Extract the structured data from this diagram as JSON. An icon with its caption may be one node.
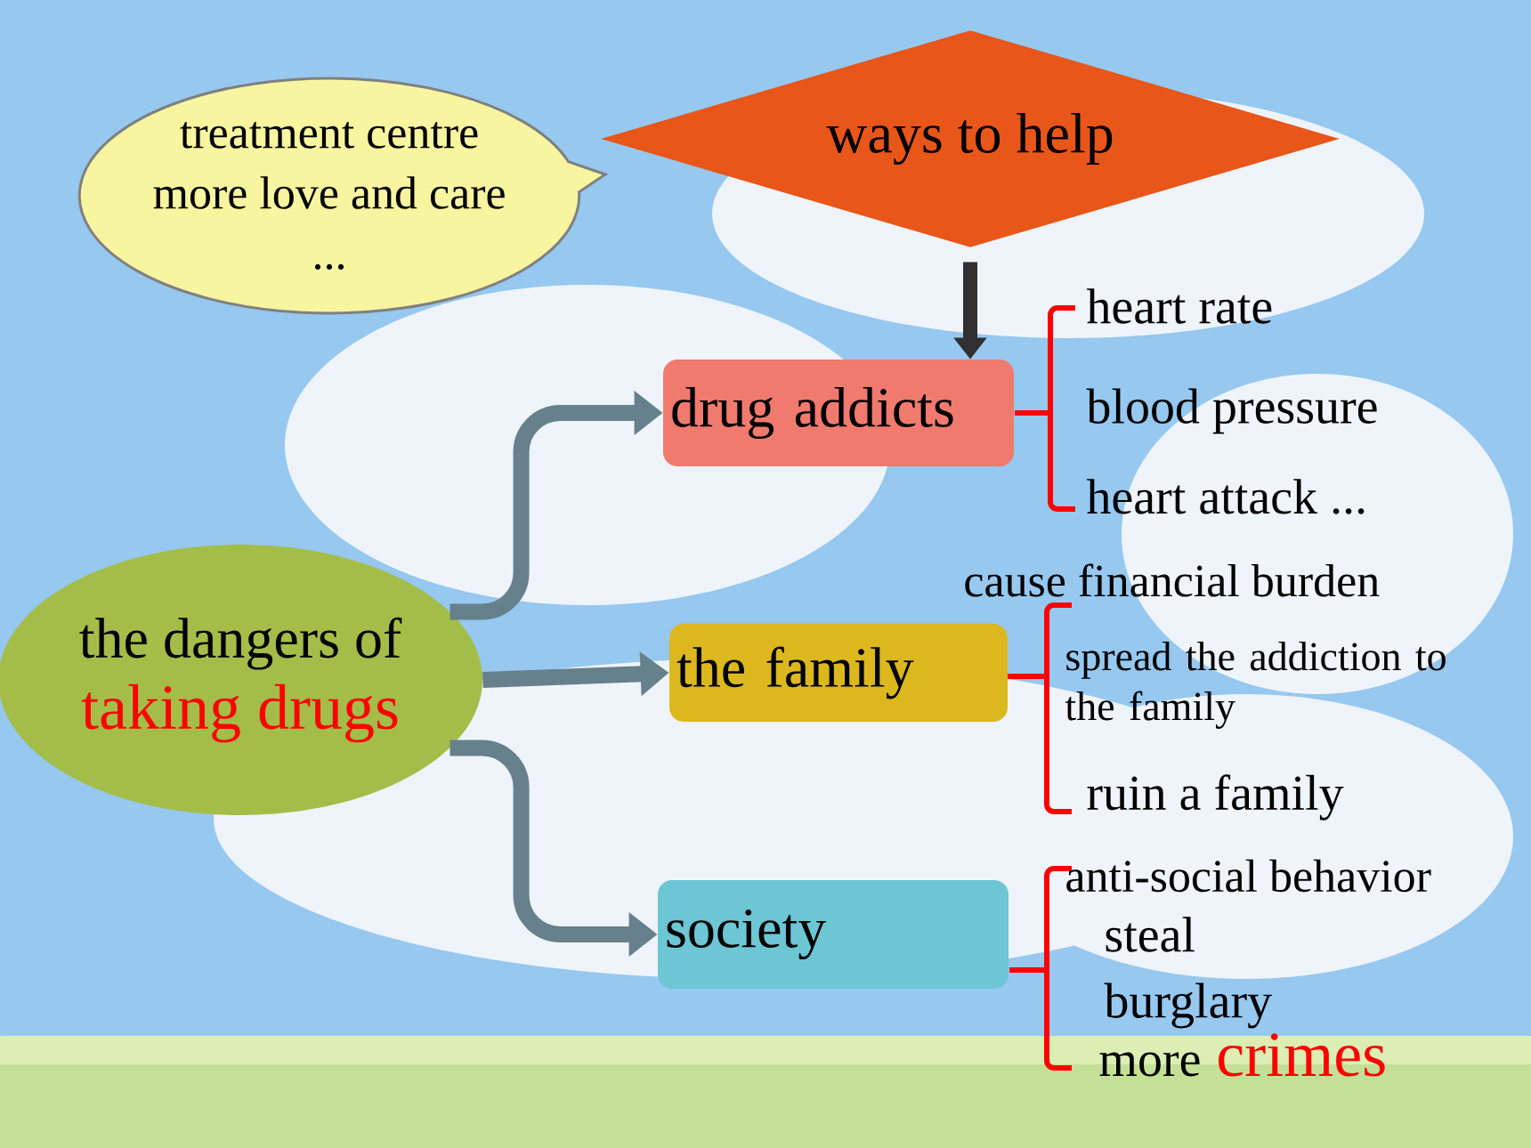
{
  "diagram": {
    "nodes": [
      {
        "text": [
          "treatment centre",
          "more love and care",
          "..."
        ]
      },
      {
        "text": [
          "ways to help"
        ]
      },
      {
        "text": [
          "drug addicts"
        ]
      },
      {
        "text": [
          "the family"
        ]
      },
      {
        "text": [
          "society"
        ]
      },
      {
        "text": [
          "the dangers of",
          "taking drugs"
        ]
      }
    ],
    "edges": [
      {
        "from": 1,
        "to": 2,
        "arrow": "to",
        "color": "#303030"
      },
      {
        "from": 5,
        "to": 2,
        "arrow": "to"
      },
      {
        "from": 5,
        "to": 3,
        "arrow": "to"
      },
      {
        "from": 5,
        "to": 4,
        "arrow": "to"
      }
    ],
    "labels": [
      "heart rate",
      "blood pressure",
      "heart attack ...",
      "cause financial burden",
      "spread the addiction to the family",
      "ruin a family",
      "anti-social behavior",
      "steal",
      "burglary",
      "more",
      "crimes"
    ]
  }
}
